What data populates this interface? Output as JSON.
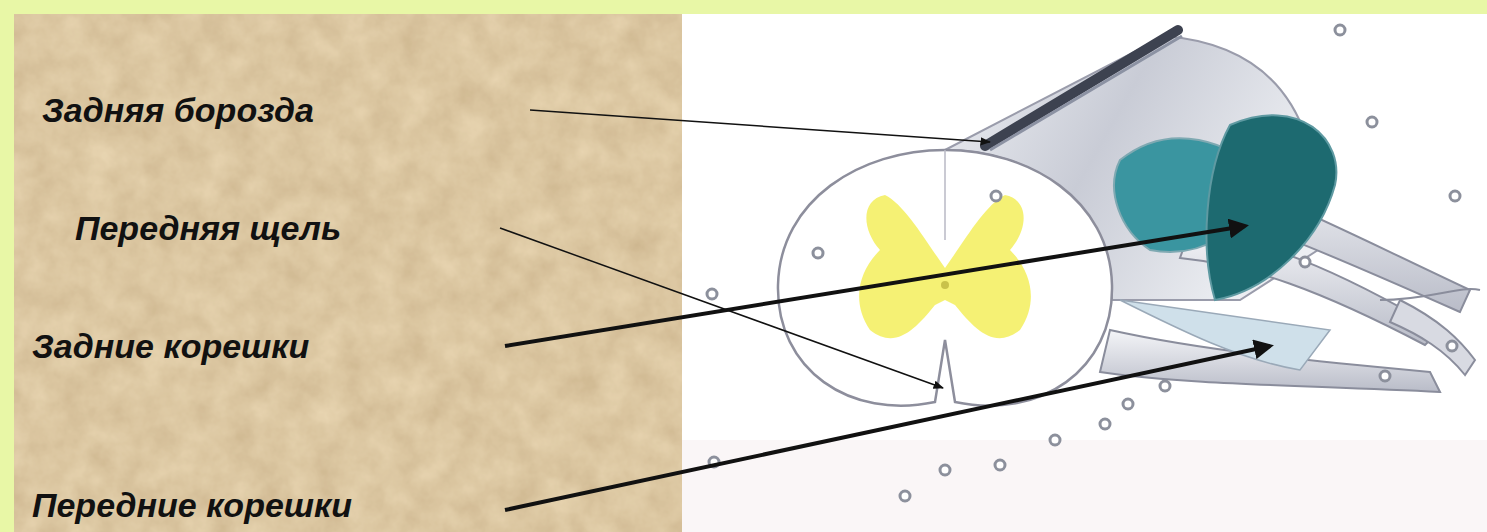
{
  "diagram": {
    "labels": [
      "Задняя борозда",
      "Передняя щель",
      "Задние корешки",
      "Передние корешки"
    ]
  }
}
